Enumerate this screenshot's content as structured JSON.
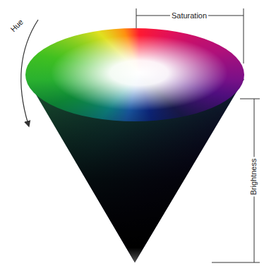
{
  "diagram": {
    "labels": [
      "Saturation",
      "Hue",
      "Brightness"
    ]
  }
}
